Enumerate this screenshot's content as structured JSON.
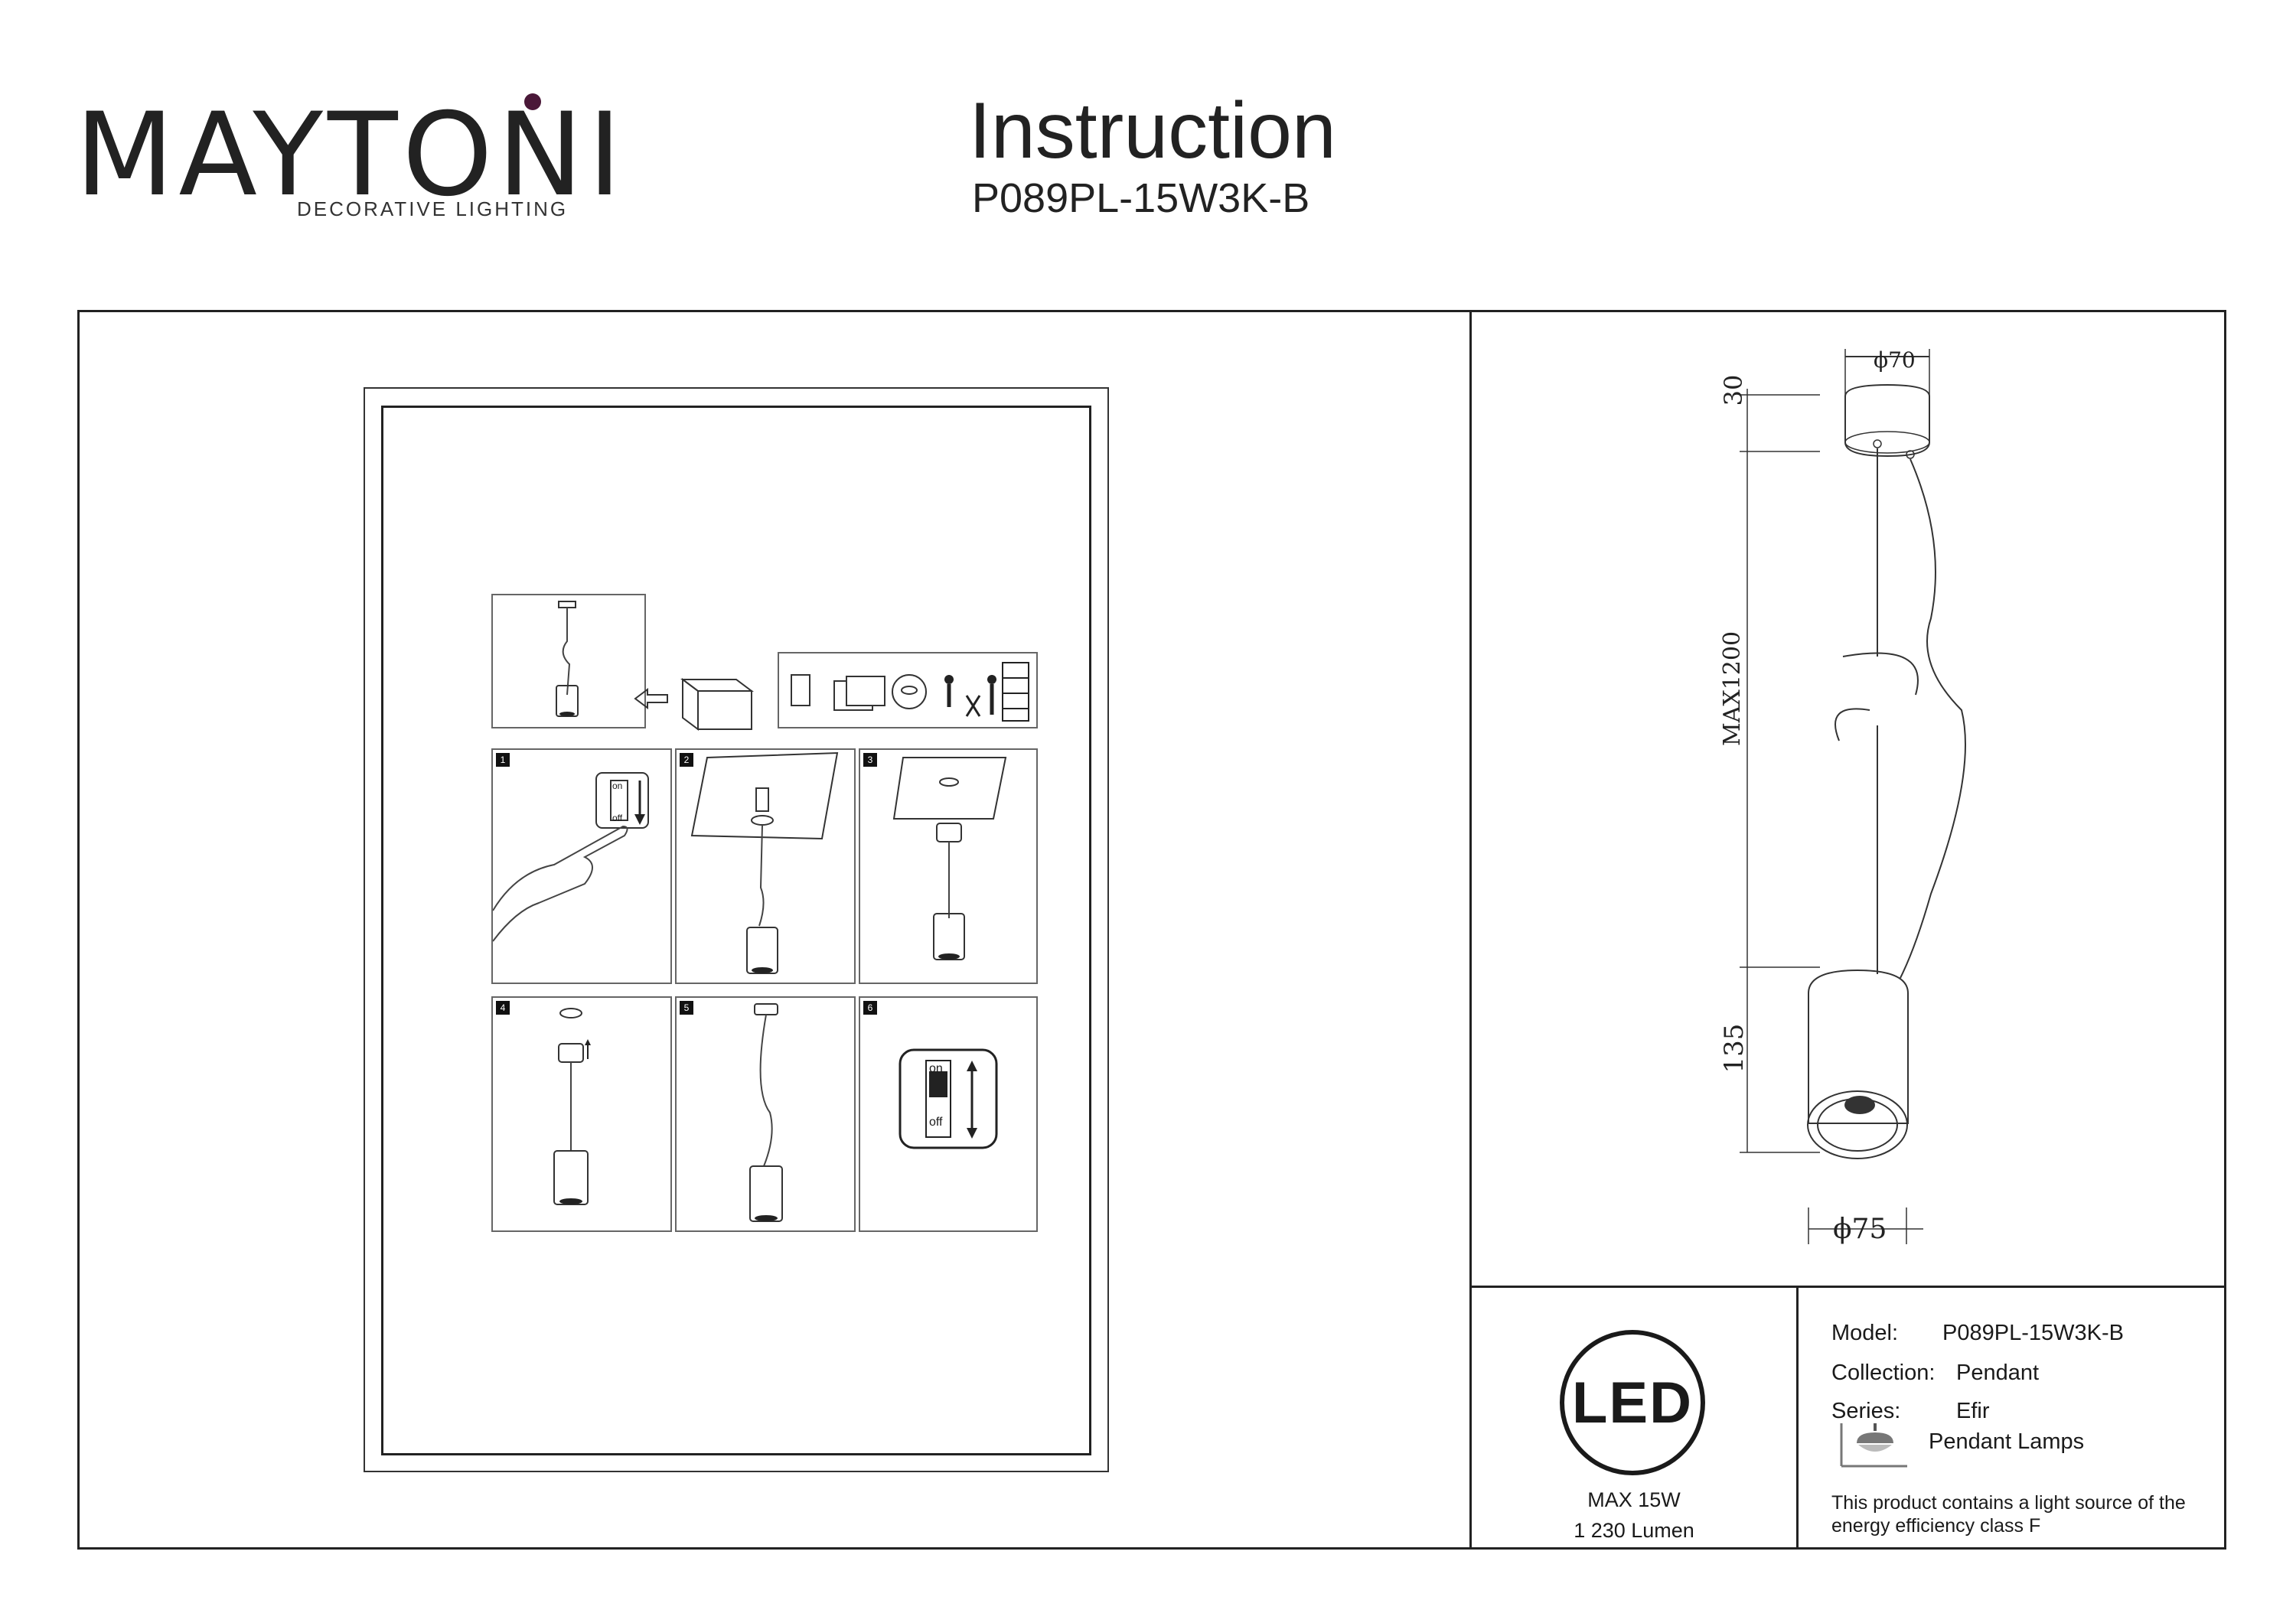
{
  "brand": {
    "name": "MAYTONI",
    "tagline": "DECORATIVE LIGHTING"
  },
  "header": {
    "title": "Instruction",
    "model": "P089PL-15W3K-B"
  },
  "manual": {
    "steps": [
      "1",
      "2",
      "3",
      "4",
      "5",
      "6"
    ],
    "switch_on": "on",
    "switch_off": "off"
  },
  "dimensions": {
    "canopy_diameter": "ϕ70",
    "canopy_height": "30",
    "cable_length": "MAX1200",
    "body_height": "135",
    "body_diameter": "ϕ75"
  },
  "led": {
    "logo": "LED",
    "power": "MAX 15W",
    "lumen": "1 230 Lumen"
  },
  "specs": {
    "model_label": "Model:",
    "model_value": "P089PL-15W3K-B",
    "collection_label": "Collection:",
    "collection_value": "Pendant",
    "series_label": "Series:",
    "series_value": "Efir",
    "type_value": "Pendant Lamps",
    "energy_note_1": "This product contains a light source of the",
    "energy_note_2": "energy efficiency class F"
  },
  "colors": {
    "brand_accent": "#4a1838",
    "line": "#222222"
  }
}
